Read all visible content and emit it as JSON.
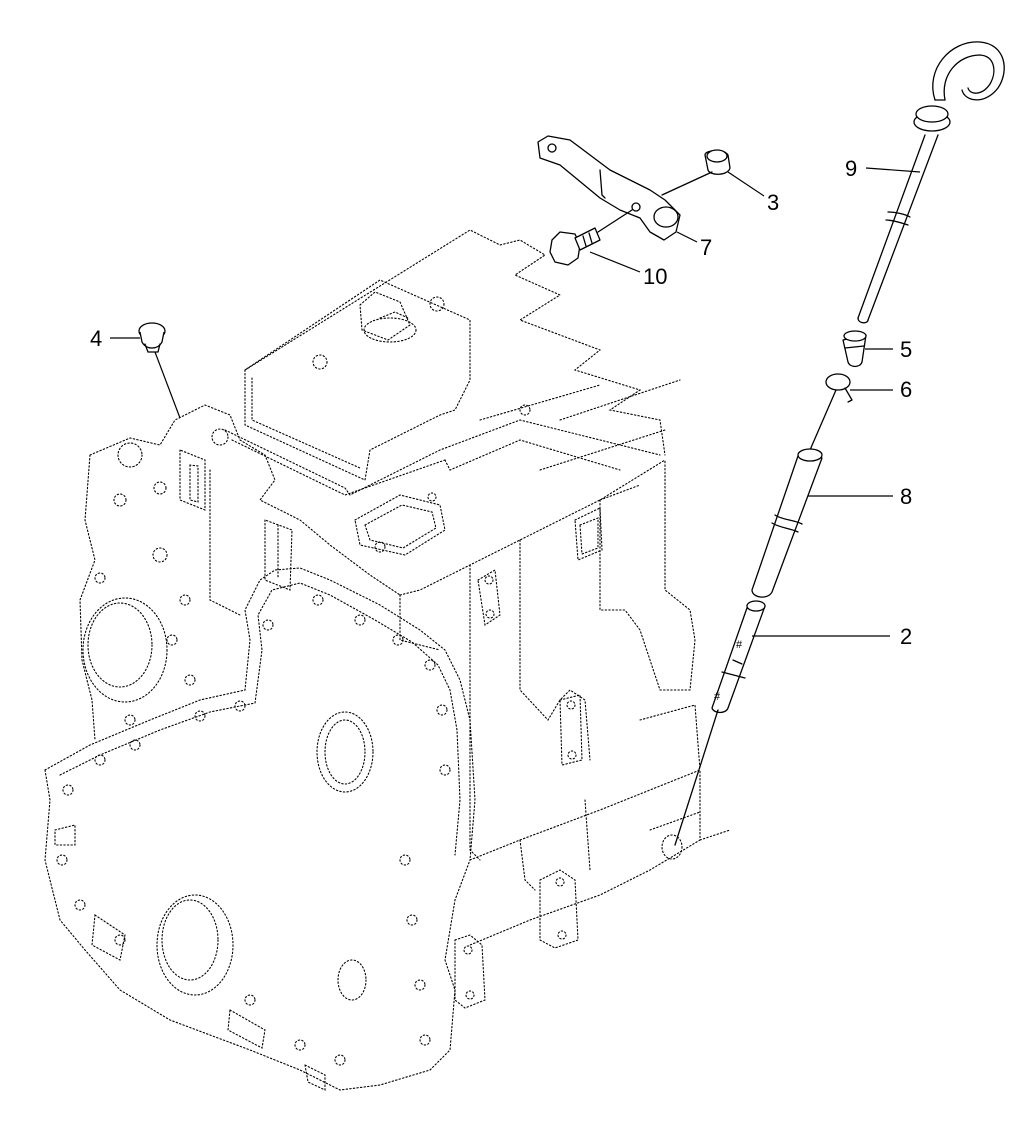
{
  "callouts": [
    {
      "id": "2",
      "label": "2"
    },
    {
      "id": "3",
      "label": "3"
    },
    {
      "id": "4",
      "label": "4"
    },
    {
      "id": "5",
      "label": "5"
    },
    {
      "id": "6",
      "label": "6"
    },
    {
      "id": "7",
      "label": "7"
    },
    {
      "id": "8",
      "label": "8"
    },
    {
      "id": "9",
      "label": "9"
    },
    {
      "id": "10",
      "label": "10"
    }
  ],
  "colors": {
    "line": "#000000",
    "background": "#ffffff"
  }
}
